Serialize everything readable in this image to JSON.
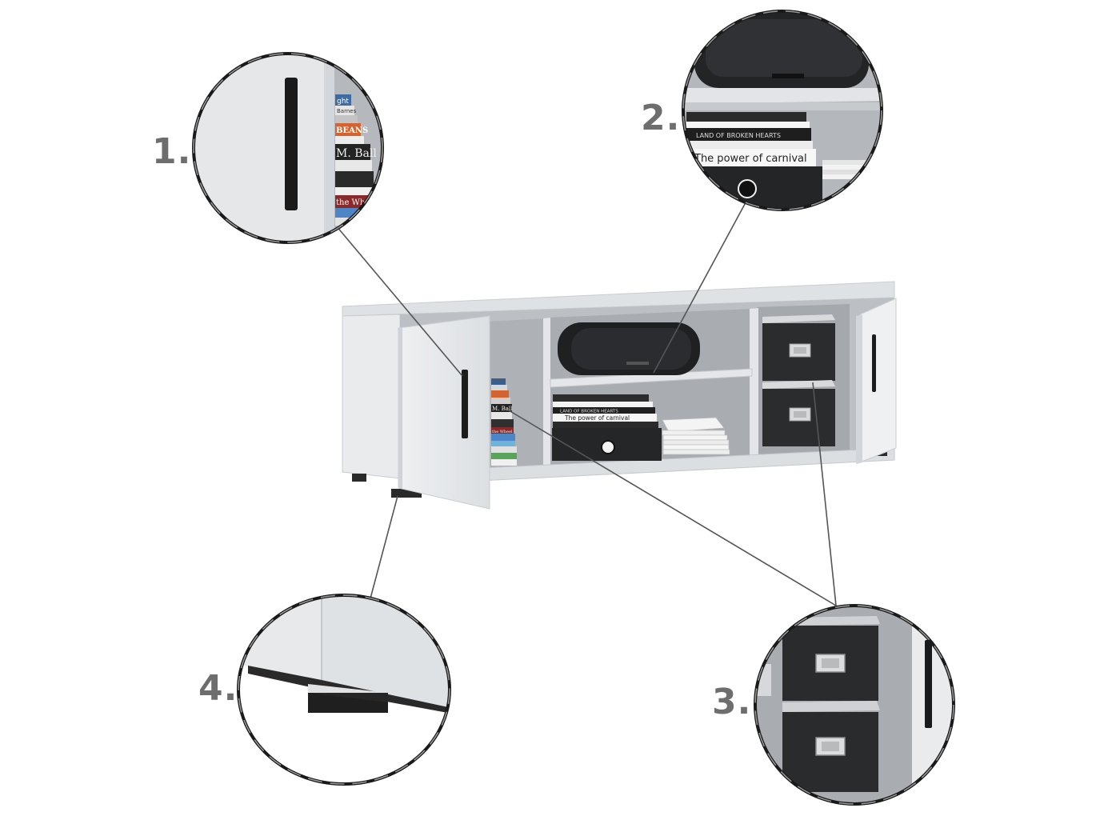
{
  "callouts": [
    {
      "number": "1."
    },
    {
      "number": "2."
    },
    {
      "number": "3."
    },
    {
      "number": "4."
    }
  ],
  "book_spines": {
    "zoom1": [
      "ght",
      "Barnes",
      "BEANS",
      "M. Ball",
      "the Whe"
    ],
    "zoom2": [
      "LAND OF BROKEN HEARTS",
      "The power of carnival"
    ],
    "main_center": [
      "LAND OF BROKEN HEARTS",
      "The power of carnival"
    ],
    "main_left": [
      "M. Ball",
      "the Wheel"
    ]
  },
  "colors": {
    "cabinet_white": "#e6e8ea",
    "cabinet_shadow": "#c9ccd0",
    "interior_grey": "#b9bcc0",
    "handle_black": "#1c1c1c",
    "box_black": "#2a2b2d",
    "leader_line": "#555555",
    "number_grey": "#6e6e6e"
  }
}
